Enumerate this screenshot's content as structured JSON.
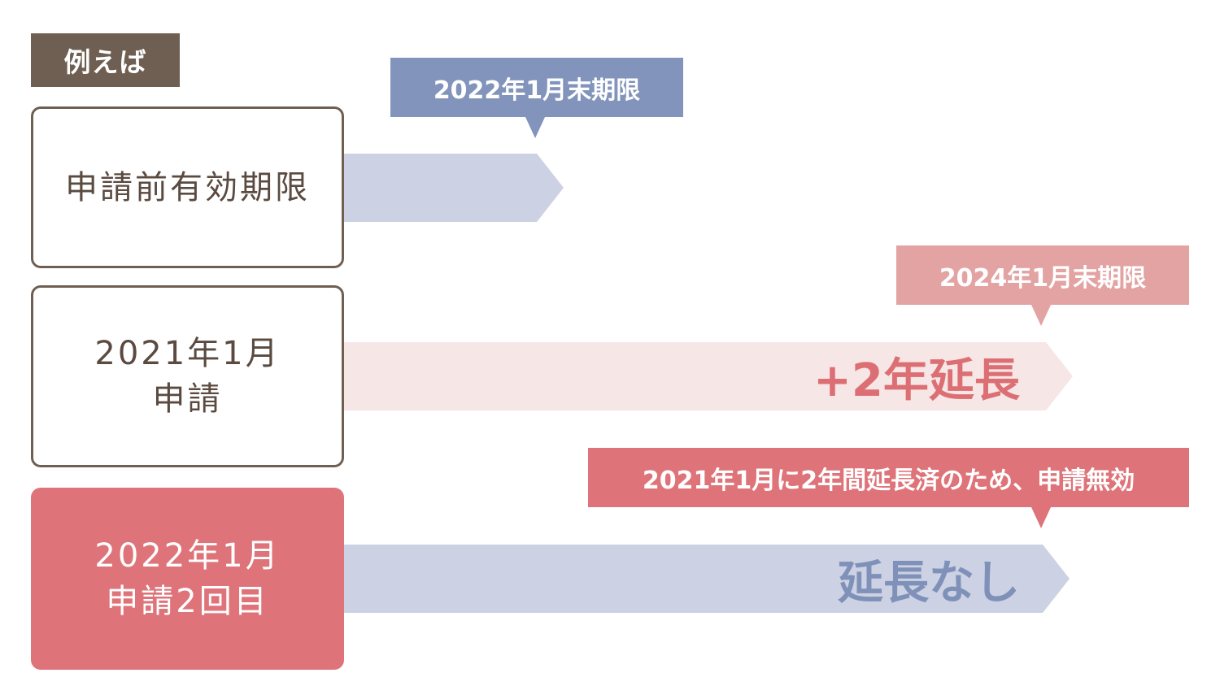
{
  "badge": {
    "label": "例えば"
  },
  "rows": [
    {
      "lines": [
        "申請前有効期限"
      ],
      "callout": "2022年1月末期限",
      "arrow_label": ""
    },
    {
      "lines": [
        "2021年1月",
        "申請"
      ],
      "callout": "2024年1月末期限",
      "arrow_label": "+2年延長"
    },
    {
      "lines": [
        "2022年1月",
        "申請2回目"
      ],
      "callout": "2021年1月に2年間延長済のため、申請無効",
      "arrow_label": "延長なし"
    }
  ],
  "colors": {
    "brown": "#6f5f52",
    "slate_blue": "#8294bb",
    "light_blue_arrow": "#ccd1e3",
    "pink_callout": "#e3a3a3",
    "light_pink_arrow": "#f7e6e6",
    "rose": "#de7479",
    "rose_text": "#dc6f74",
    "blue_text": "#7f91b8"
  }
}
